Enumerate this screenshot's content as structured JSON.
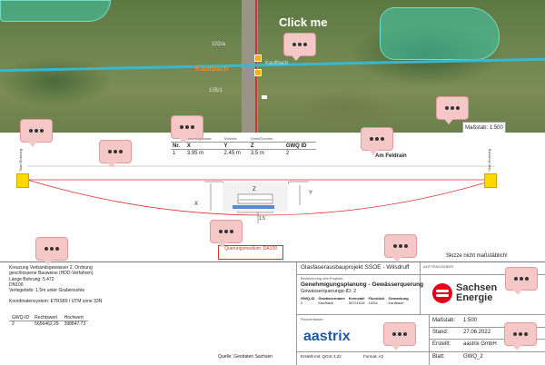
{
  "map": {
    "click_label": "Click me",
    "stream_label": "Kaufbach",
    "stream_tag": "Kaufbach",
    "parcel_labels": [
      "102/a",
      "105/1"
    ],
    "scale": "Maßstab: 1:500"
  },
  "table": {
    "subheaders": [
      "Querungsleiste",
      "Schleife",
      "Sreie/Durchm."
    ],
    "headers": [
      "Nr.",
      "X",
      "Y",
      "Z",
      "GWQ ID"
    ],
    "rows": [
      [
        "1",
        "3.95 m",
        "2.45 m",
        "3.5 m",
        "2"
      ]
    ]
  },
  "section": {
    "left_label": "Start Bohrung",
    "right_label": "Start Bohrung",
    "feldrain": "Am Feldrain",
    "x_label": "X",
    "y_label": "Y",
    "z_label": "Z",
    "depth": "1.5",
    "box_label": "Querungsmedium: DA100",
    "skizze": "Skizze nicht maßstäblich!"
  },
  "info": {
    "lines": [
      "Kreuzung Verbandsgewässer 2. Ordnung",
      "geschlossene Bauweise (HDD-Verfahren)",
      "Länge Bohrung: 5.472",
      "DN100",
      "Verlegetiefe: 1.5m unter Grabensohle",
      "",
      "Koordinatensystem: ETRS89 / UTM zone 33N"
    ],
    "gwq_headers": [
      "GWQ-ID",
      "Rechtswert",
      "Hochwert"
    ],
    "gwq_row": [
      "2",
      "5656462.29",
      "398847.73"
    ],
    "source": "Quelle: Geodaten Sachsen"
  },
  "title_block": {
    "project": "Glasfaserausbauprojekt SSOE - Wilsdruff",
    "auftraggeber": "AUFTRAGGEBER",
    "bezeichnung_caption": "Bezeichnung des Projekts",
    "title": "Genehmigungsplanung - Gewässerquerung",
    "subtitle": "Gewässerquerungs-ID: 2",
    "cols": [
      "GWQ-ID",
      "Gewässername",
      "Kennzahl",
      "Flurstück",
      "Gemarkung"
    ],
    "row": [
      "2",
      "Kaufbach",
      "53721618",
      "102/a",
      "Kaufbach"
    ],
    "planverfasser": "Planverfasser:",
    "brand": "aastrix",
    "erstellt_mit": "Erstellt mit: QGIS 3.22",
    "format": "Format: A3",
    "massstab_label": "Maßstab:",
    "massstab_value": "1:500",
    "stand_label": "Stand:",
    "stand_value": "27.06.2022",
    "erstellt_label": "Erstellt:",
    "erstellt_value": "aastrix GmbH",
    "blatt_label": "Blatt:",
    "blatt_value": "GWQ_2",
    "client_line1": "Sachsen",
    "client_line2": "Energie"
  }
}
